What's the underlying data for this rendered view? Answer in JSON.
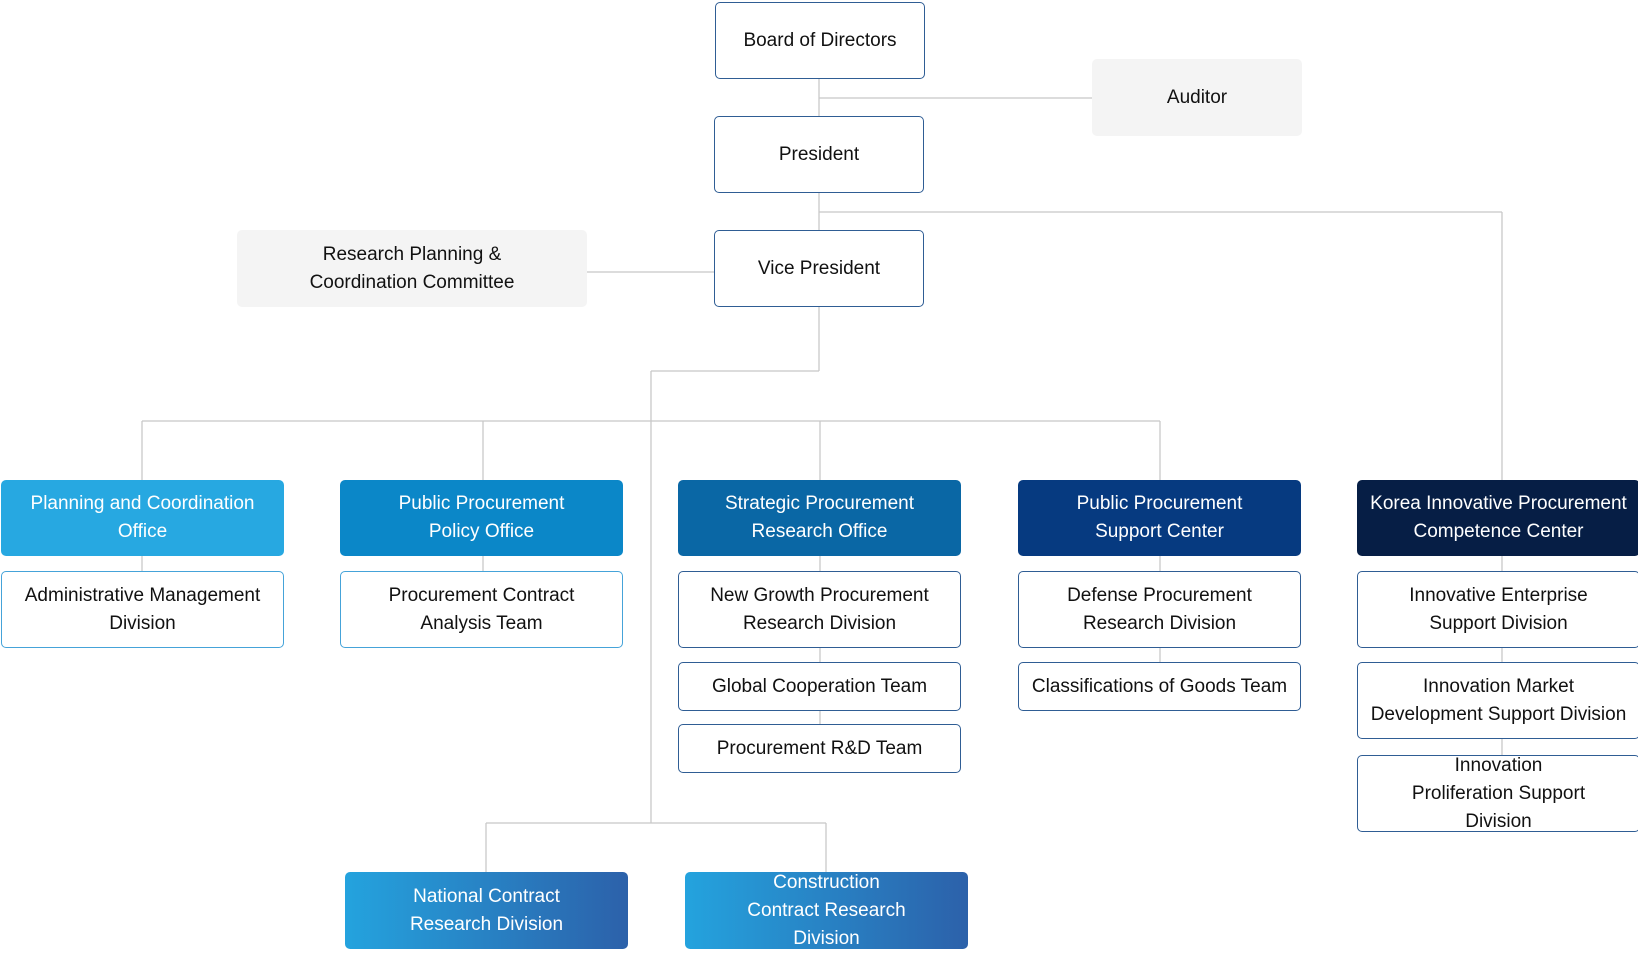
{
  "org": {
    "board": "Board of Directors",
    "auditor": "Auditor",
    "president": "President",
    "vice_president": "Vice President",
    "committee": "Research Planning & Coordination Committee"
  },
  "divisions": [
    {
      "header": "Planning and Coordination Office",
      "color": "#27a8e1",
      "units": [
        "Administrative Management Division"
      ]
    },
    {
      "header": "Public Procurement Policy Office",
      "color": "#0b87c8",
      "units": [
        "Procurement Contract Analysis Team"
      ]
    },
    {
      "header": "Strategic Procurement Research Office",
      "color": "#0a67a5",
      "units": [
        "New Growth Procurement Research Division",
        "Global Cooperation Team",
        "Procurement R&D Team"
      ]
    },
    {
      "header": "Public Procurement Support Center",
      "color": "#063a80",
      "units": [
        "Defense Procurement Research Division",
        "Classifications of Goods Team"
      ]
    },
    {
      "header": "Korea Innovative Procurement Competence Center",
      "color": "#061e45",
      "units": [
        "Innovative Enterprise Support Division",
        "Innovation Market Development Support Division",
        "Innovation Proliferation Support Division"
      ]
    }
  ],
  "bottom_units": [
    "National Contract Research Division",
    "Construction Contract Research Division"
  ],
  "colors": {
    "line": "#c8c8c8",
    "border_dark": "#2f5d94",
    "border_light": "#45a3d9",
    "gray_box": "#f4f4f4"
  }
}
